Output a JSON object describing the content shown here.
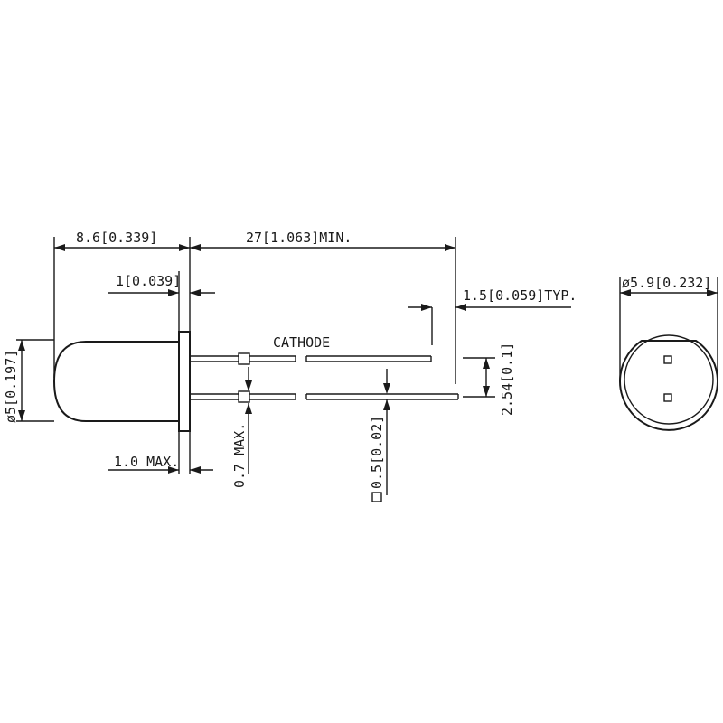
{
  "diagram": {
    "labels": {
      "lens_length": "8.6[0.339]",
      "lead_length": "27[1.063]MIN.",
      "flange_thickness": "1[0.039]",
      "lead_step": "1.5[0.059]TYP.",
      "cathode": "CATHODE",
      "body_diameter": "ø5[0.197]",
      "flange_diameter": "ø5.9[0.232]",
      "lead_spacing": "2.54[0.1]",
      "flange_max": "1.0  MAX.",
      "kink_max": "0.7  MAX.",
      "lead_square": "0.5[0.02]"
    },
    "colors": {
      "line": "#1a1a1a",
      "background": "#ffffff"
    }
  }
}
